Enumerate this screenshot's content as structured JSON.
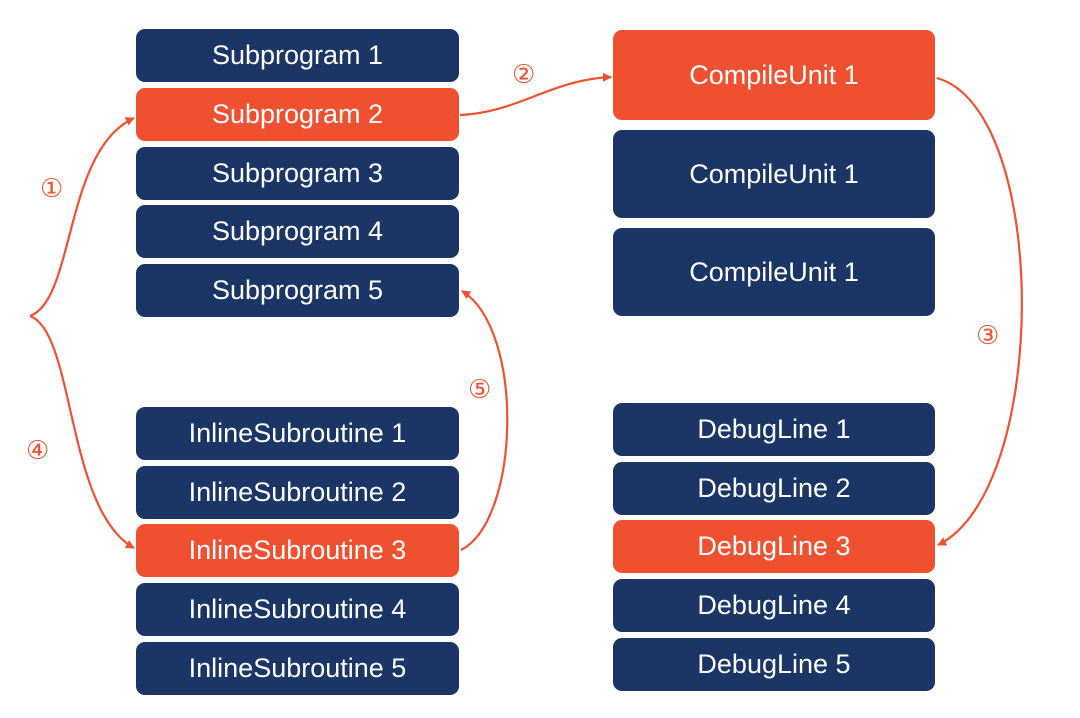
{
  "colors": {
    "node": "#1a3566",
    "highlight": "#ef5130",
    "arrow": "#ef5130",
    "text": "#ffffff"
  },
  "subprograms": [
    {
      "label": "Subprogram 1",
      "highlighted": false
    },
    {
      "label": "Subprogram 2",
      "highlighted": true
    },
    {
      "label": "Subprogram 3",
      "highlighted": false
    },
    {
      "label": "Subprogram 4",
      "highlighted": false
    },
    {
      "label": "Subprogram 5",
      "highlighted": false
    }
  ],
  "compile_units": [
    {
      "label": "CompileUnit 1",
      "highlighted": true
    },
    {
      "label": "CompileUnit 1",
      "highlighted": false
    },
    {
      "label": "CompileUnit 1",
      "highlighted": false
    }
  ],
  "inline_subroutines": [
    {
      "label": "InlineSubroutine 1",
      "highlighted": false
    },
    {
      "label": "InlineSubroutine 2",
      "highlighted": false
    },
    {
      "label": "InlineSubroutine 3",
      "highlighted": true
    },
    {
      "label": "InlineSubroutine 4",
      "highlighted": false
    },
    {
      "label": "InlineSubroutine 5",
      "highlighted": false
    }
  ],
  "debug_lines": [
    {
      "label": "DebugLine 1",
      "highlighted": false
    },
    {
      "label": "DebugLine 2",
      "highlighted": false
    },
    {
      "label": "DebugLine 3",
      "highlighted": true
    },
    {
      "label": "DebugLine 4",
      "highlighted": false
    },
    {
      "label": "DebugLine 5",
      "highlighted": false
    }
  ],
  "steps": [
    "①",
    "②",
    "③",
    "④",
    "⑤"
  ]
}
